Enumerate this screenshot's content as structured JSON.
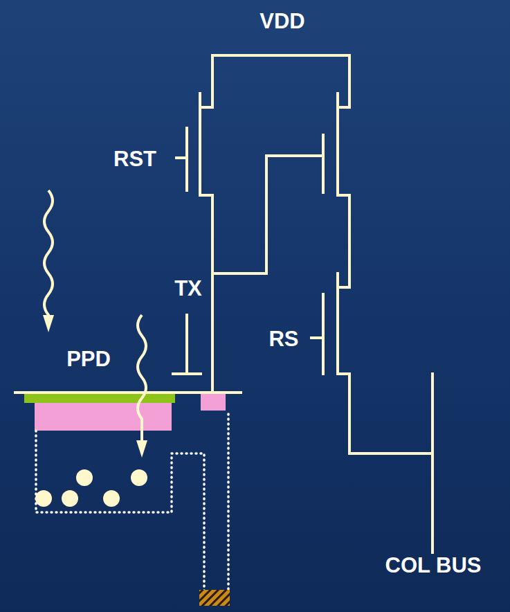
{
  "diagram": {
    "labels": [
      "VDD",
      "RST",
      "TX",
      "RS",
      "PPD",
      "COL BUS"
    ]
  }
}
